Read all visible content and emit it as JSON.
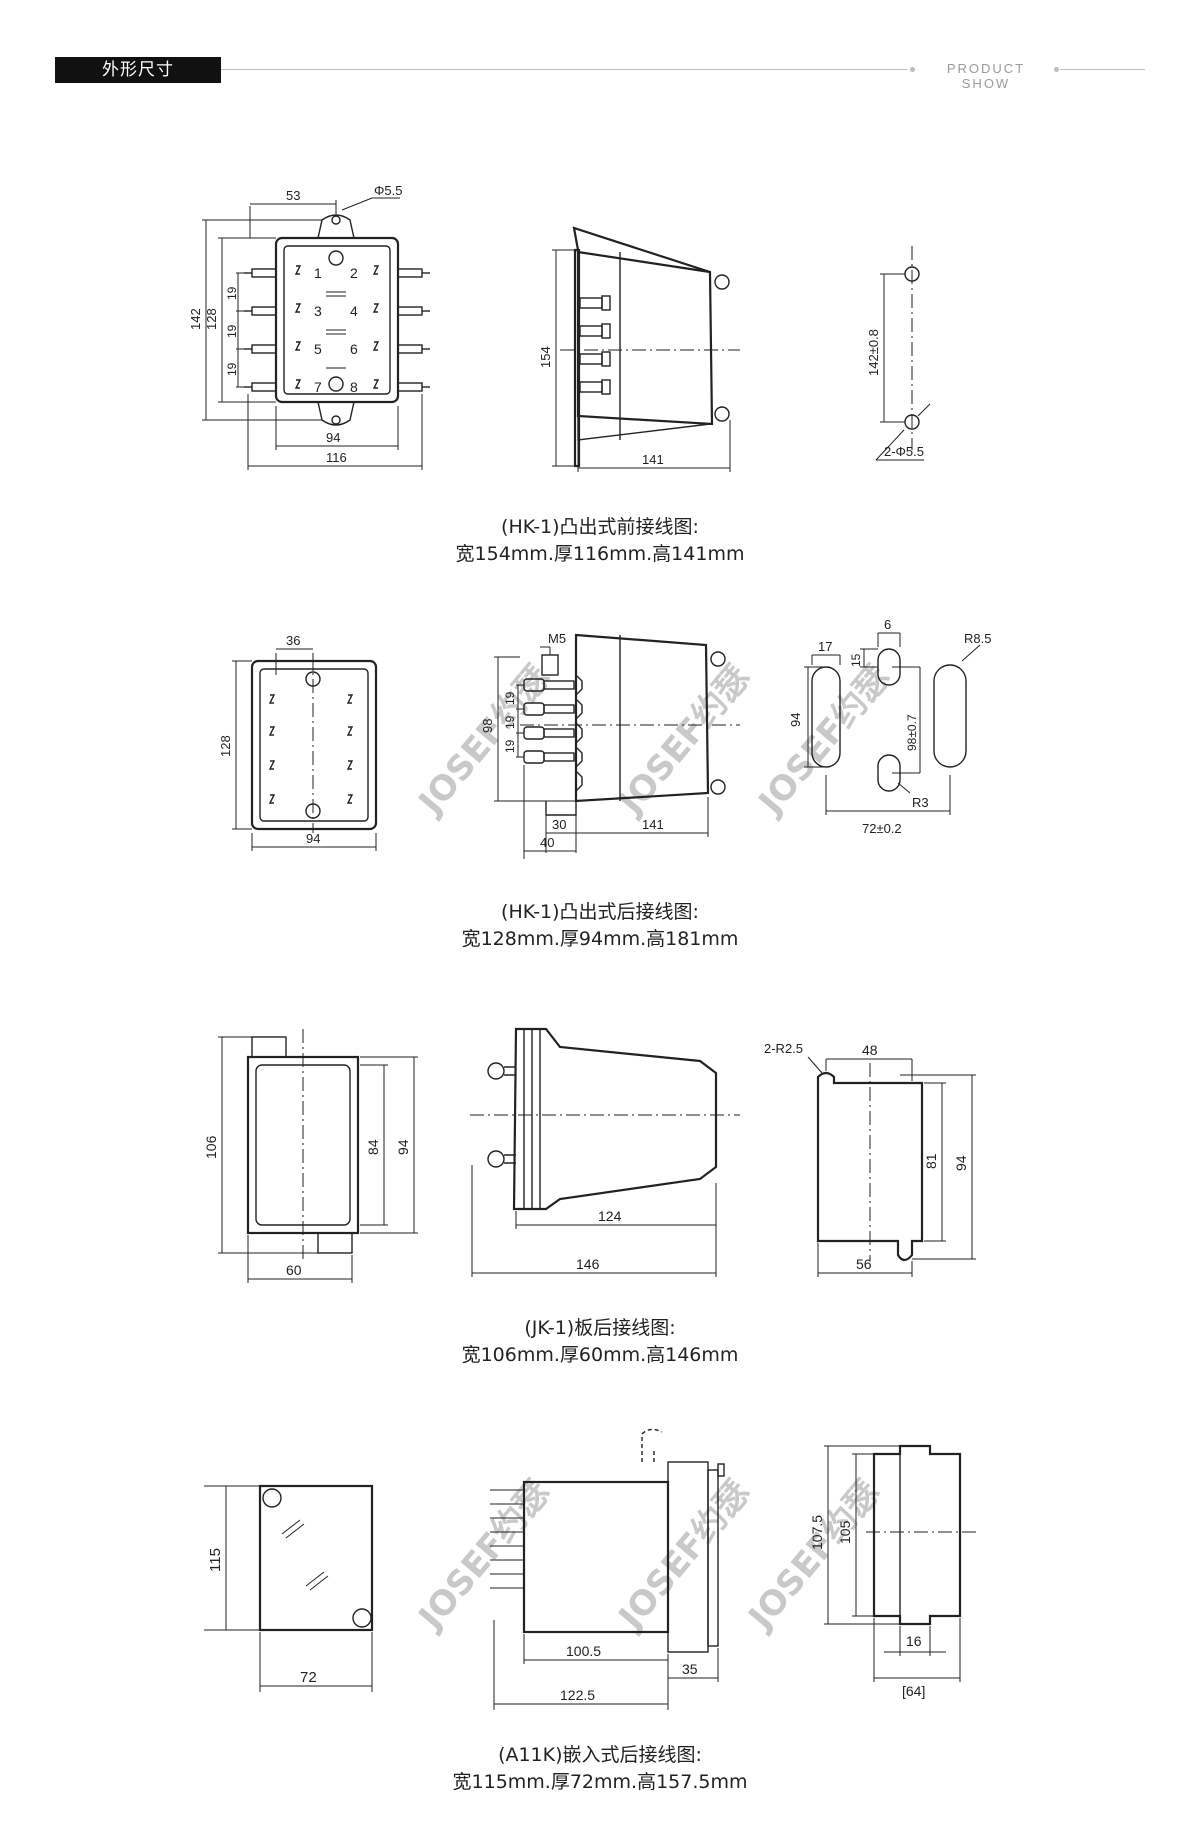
{
  "header": {
    "label": "外形尺寸",
    "tag": "PRODUCT SHOW"
  },
  "watermark": "JOSEF约瑟",
  "blocks": [
    {
      "caption_line1": "(HK-1)凸出式前接线图:",
      "caption_line2": "宽154mm.厚116mm.高141mm",
      "dims": {
        "d53": "53",
        "dphi": "Φ5.5",
        "d142": "142",
        "d128": "128",
        "d19a": "19",
        "d19b": "19",
        "d19c": "19",
        "d94": "94",
        "d116": "116",
        "d154": "154",
        "d141": "141",
        "d142tol": "142±0.8",
        "d2phi": "2-Φ5.5",
        "t1": "1",
        "t2": "2",
        "t3": "3",
        "t4": "4",
        "t5": "5",
        "t6": "6",
        "t7": "7",
        "t8": "8"
      }
    },
    {
      "caption_line1": "(HK-1)凸出式后接线图:",
      "caption_line2": "宽128mm.厚94mm.高181mm",
      "dims": {
        "d36": "36",
        "d128": "128",
        "d94": "94",
        "dm5": "M5",
        "d98": "98",
        "d19a": "19",
        "d19b": "19",
        "d19c": "19",
        "d30": "30",
        "d40": "40",
        "d141": "141",
        "d17": "17",
        "d6": "6",
        "d15": "15",
        "d94b": "94",
        "d98tol": "98±0.7",
        "dr85": "R8.5",
        "dr3": "R3",
        "d72tol": "72±0.2"
      }
    },
    {
      "caption_line1": "(JK-1)板后接线图:",
      "caption_line2": "宽106mm.厚60mm.高146mm",
      "dims": {
        "d106": "106",
        "d84": "84",
        "d94": "94",
        "d60": "60",
        "d124": "124",
        "d146": "146",
        "dr25": "2-R2.5",
        "d48": "48",
        "d81": "81",
        "d94b": "94",
        "d56": "56"
      }
    },
    {
      "caption_line1": "(A11K)嵌入式后接线图:",
      "caption_line2": "宽115mm.厚72mm.高157.5mm",
      "dims": {
        "d115": "115",
        "d72": "72",
        "d1005": "100.5",
        "d35": "35",
        "d1225": "122.5",
        "d1075": "107.5",
        "d105": "105",
        "d16": "16",
        "d64": "[64]"
      }
    }
  ]
}
